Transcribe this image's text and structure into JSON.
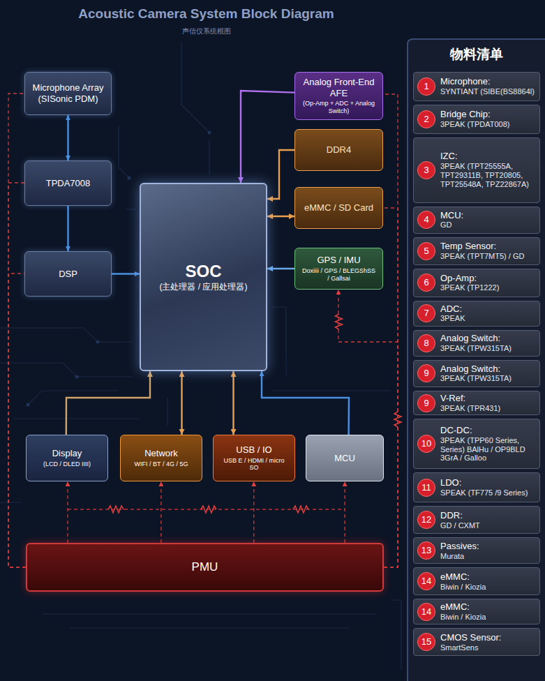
{
  "diagram": {
    "title": "Acoustic Camera System Block Diagram",
    "nodes": [
      {
        "text": [
          "Microphone Array (SISonic PDM)"
        ]
      },
      {
        "text": [
          "TPDA7008"
        ]
      },
      {
        "text": [
          "DSP"
        ]
      },
      {
        "text": [
          "Analog Front-End AFE",
          "(Op-Amp + ADC + Analog Switch)"
        ]
      },
      {
        "text": [
          "DDR4"
        ]
      },
      {
        "text": [
          "eMMC / SD Card"
        ]
      },
      {
        "text": [
          "GPS / IMU",
          "Doxiiii / GPS / BLEGShSS / Gallsai"
        ]
      },
      {
        "text": [
          "SOC",
          "(主处理器 / 应用处理器)"
        ]
      },
      {
        "text": [
          "Display",
          "(LCD / DLED IIII)"
        ]
      },
      {
        "text": [
          "Network",
          "WIFI / BT / 4G / 5G"
        ]
      },
      {
        "text": [
          "USB / IO",
          "USB E / HDMI / micro SO"
        ]
      },
      {
        "text": [
          "MCU"
        ]
      },
      {
        "text": [
          "PMU"
        ]
      },
      {
        "text": [
          "物料清单"
        ]
      },
      {
        "text": [
          "1",
          "Microphone:",
          "SYNTIANT (SIBE(BS8864l)"
        ],
        "in": 13
      },
      {
        "text": [
          "2",
          "Bridge Chip:",
          "3PEAK (TPDAT008)"
        ],
        "in": 13
      },
      {
        "text": [
          "3",
          "IZC:",
          "3PEAK (TPT25555A, TPT29311B, TPT20805, TPT25548A, TPZ22867A)"
        ],
        "in": 13
      },
      {
        "text": [
          "4",
          "MCU:",
          "GD"
        ],
        "in": 13
      },
      {
        "text": [
          "5",
          "Temp Sensor:",
          "3PEAK (TPT7MT5) / GD"
        ],
        "in": 13
      },
      {
        "text": [
          "6",
          "Op-Amp:",
          "3PEAK (TP1222)"
        ],
        "in": 13
      },
      {
        "text": [
          "7",
          "ADC:",
          "3PEAK"
        ],
        "in": 13
      },
      {
        "text": [
          "8",
          "Analog Switch:",
          "3PEAK (TPW315TA)"
        ],
        "in": 13
      },
      {
        "text": [
          "9",
          "Analog Switch:",
          "3PEAK (TPW315TA)"
        ],
        "in": 13
      },
      {
        "text": [
          "9",
          "V-Ref:",
          "3PEAK (TPR431)"
        ],
        "in": 13
      },
      {
        "text": [
          "10",
          "DC-DC:",
          "3PEAK (TPP60 Series, Series) BAlHu / OP9BLD 3GrA / Galloo"
        ],
        "in": 13
      },
      {
        "text": [
          "11",
          "LDO:",
          "SPEAK (TF775 /9 Series)"
        ],
        "in": 13
      },
      {
        "text": [
          "12",
          "DDR:",
          "GD / CXMT"
        ],
        "in": 13
      },
      {
        "text": [
          "13",
          "Passives:",
          "Murata"
        ],
        "in": 13
      },
      {
        "text": [
          "14",
          "eMMC:",
          "Biwin / Kiozia"
        ],
        "in": 13
      },
      {
        "text": [
          "14",
          "eMMC:",
          "Biwin / Kiozia"
        ],
        "in": 13
      },
      {
        "text": [
          "15",
          "CMOS Sensor:",
          "SmartSens"
        ],
        "in": 13
      }
    ],
    "edges": [
      {
        "from": 0,
        "to": 1,
        "arrow": "both"
      },
      {
        "from": 1,
        "to": 2,
        "arrow": "to"
      },
      {
        "from": 2,
        "to": 7,
        "arrow": "to"
      },
      {
        "from": 3,
        "to": 7,
        "arrow": "to"
      },
      {
        "from": 4,
        "to": 7,
        "arrow": "to"
      },
      {
        "from": 5,
        "to": 7,
        "arrow": "both"
      },
      {
        "from": 6,
        "to": 7,
        "arrow": "to"
      },
      {
        "from": 8,
        "to": 7,
        "arrow": "to"
      },
      {
        "from": 9,
        "to": 7,
        "arrow": "both"
      },
      {
        "from": 10,
        "to": 7,
        "arrow": "both"
      },
      {
        "from": 11,
        "to": 7,
        "arrow": "to"
      },
      {
        "from": 12,
        "to": 8,
        "arrow": "to"
      },
      {
        "from": 12,
        "to": 9,
        "arrow": "to"
      },
      {
        "from": 12,
        "to": 10,
        "arrow": "to"
      },
      {
        "from": 12,
        "to": 11,
        "arrow": "to"
      },
      {
        "from": 12,
        "to": 6,
        "arrow": "to"
      },
      {
        "from": 12,
        "to": 3,
        "arrow": "none"
      },
      {
        "from": 12,
        "to": 5,
        "arrow": "none"
      },
      {
        "from": 12,
        "to": 0,
        "arrow": "none"
      },
      {
        "from": 12,
        "to": 1,
        "arrow": "none"
      },
      {
        "from": 12,
        "to": 2,
        "arrow": "none"
      }
    ],
    "labels": [
      "声信仪系统棍图"
    ]
  }
}
